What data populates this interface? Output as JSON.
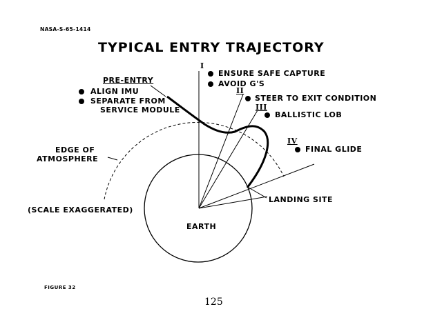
{
  "header": {
    "doc_id": "NASA-S-65-1414"
  },
  "title": "TYPICAL ENTRY TRAJECTORY",
  "labels": {
    "pre_entry": "PRE-ENTRY",
    "align_imu": "ALIGN IMU",
    "separate_line1": "SEPARATE FROM",
    "separate_line2": "SERVICE MODULE",
    "edge_line1": "EDGE OF",
    "edge_line2": "ATMOSPHERE",
    "scale": "(SCALE EXAGGERATED)",
    "earth": "EARTH",
    "landing_site": "LANDING SITE"
  },
  "phases": [
    {
      "numeral": "I",
      "items": [
        "ENSURE SAFE CAPTURE",
        "AVOID G'S"
      ]
    },
    {
      "numeral": "II",
      "items": [
        "STEER TO EXIT CONDITION"
      ]
    },
    {
      "numeral": "III",
      "items": [
        "BALLISTIC LOB"
      ]
    },
    {
      "numeral": "IV",
      "items": [
        "FINAL GLIDE"
      ]
    }
  ],
  "footer": {
    "figure": "FIGURE 32",
    "page": "125"
  }
}
